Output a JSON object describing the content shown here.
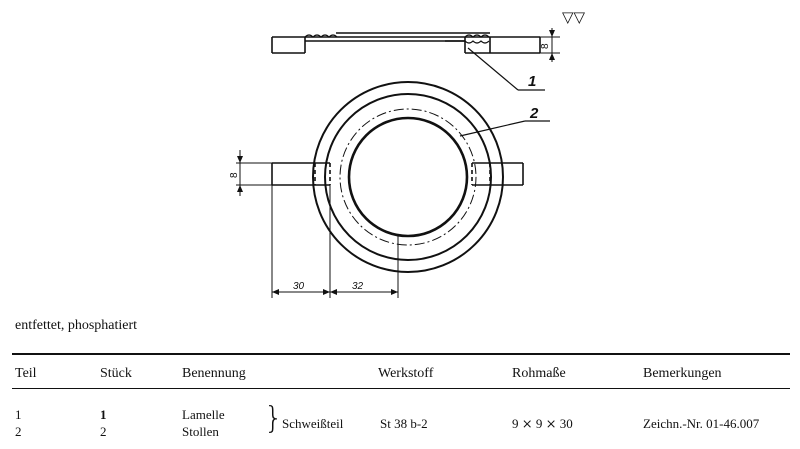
{
  "drawing": {
    "surface_symbol": "▽▽",
    "dim_thickness": "8",
    "dim_side": "8",
    "dim_a": "30",
    "dim_b": "32",
    "callout_1": "1",
    "callout_2": "2"
  },
  "note": "entfettet, phosphatiert",
  "table": {
    "headers": [
      "Teil",
      "Stück",
      "Benennung",
      "Werkstoff",
      "Rohmaße",
      "Bemerkungen"
    ],
    "rows": [
      {
        "teil": "1",
        "stueck": "1",
        "benennung": "Lamelle"
      },
      {
        "teil": "2",
        "stueck": "2",
        "benennung": "Stollen"
      }
    ],
    "group": {
      "label": "Schweißteil",
      "werkstoff": "St 38 b-2",
      "rohmasse": "9 ⨯ 9 ⨯ 30",
      "bemerkungen": "Zeichn.-Nr. 01-46.007"
    }
  }
}
